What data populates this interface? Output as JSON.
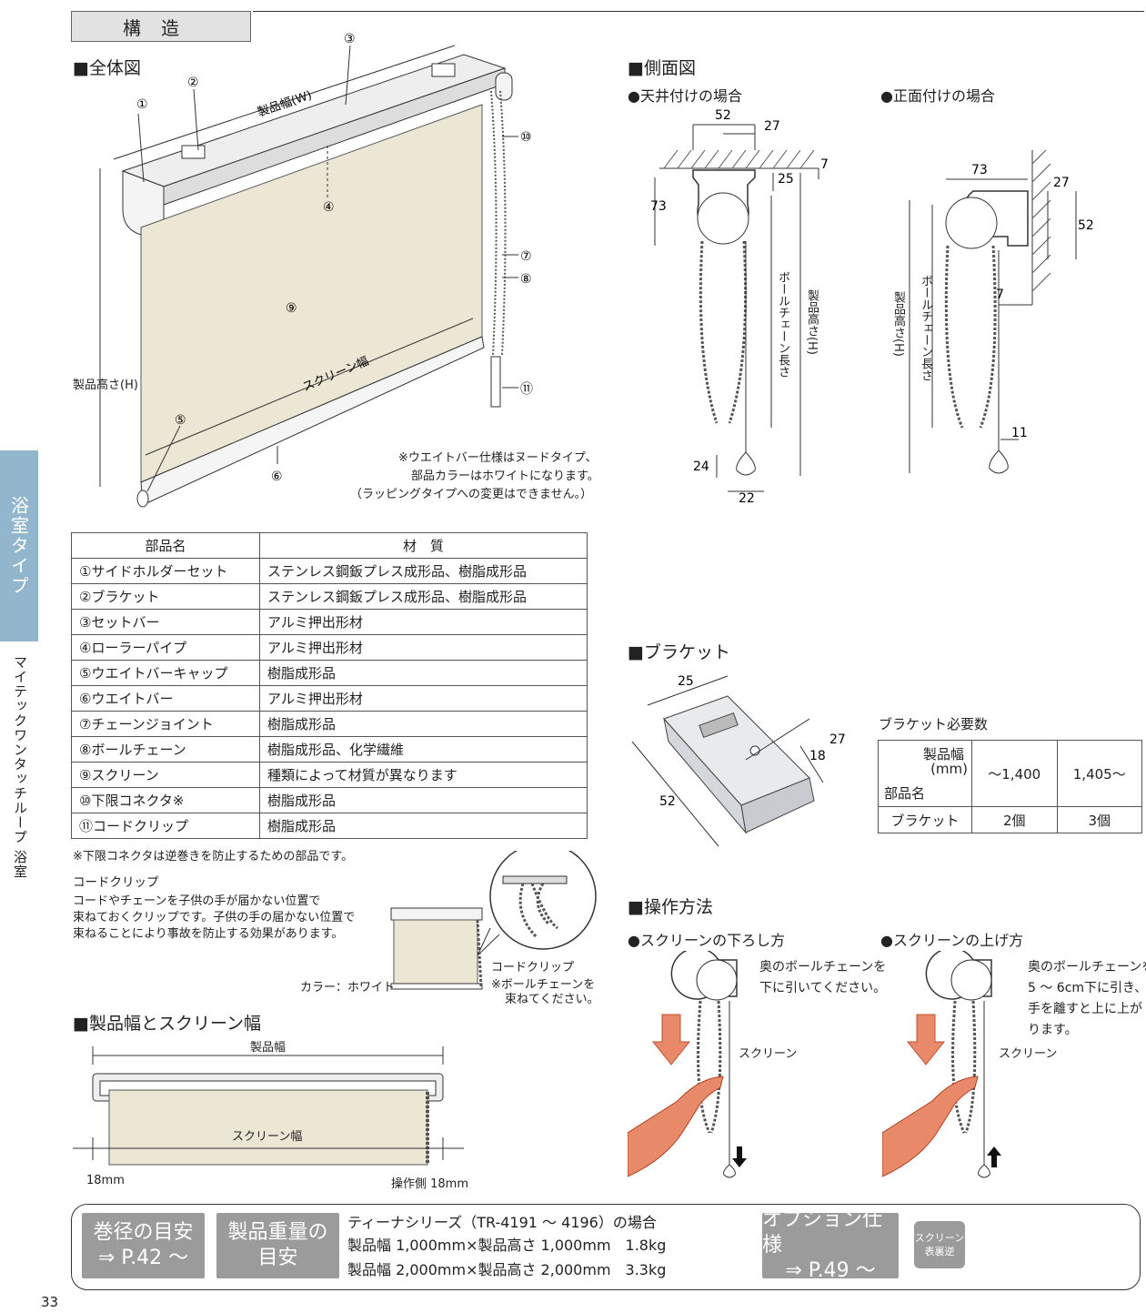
{
  "header": {
    "title": "構造"
  },
  "side": {
    "tab": "浴室タイプ",
    "product": "マイテックワンタッチループ 浴室"
  },
  "overall": {
    "title": "■全体図",
    "labels": {
      "width": "製品幅(W)",
      "height": "製品高さ(H)",
      "screen_width": "スクリーン幅"
    },
    "nums": [
      "①",
      "②",
      "③",
      "④",
      "⑤",
      "⑥",
      "⑦",
      "⑧",
      "⑨",
      "⑩",
      "⑪"
    ],
    "note": [
      "※ウエイトバー仕様はヌードタイプ、",
      "部品カラーはホワイトになります。",
      "（ラッピングタイプへの変更はできません。）"
    ]
  },
  "side_view": {
    "title": "■側面図",
    "ceiling": {
      "title": "●天井付けの場合",
      "d52": "52",
      "d27": "27",
      "d7": "7",
      "d25": "25",
      "d73": "73",
      "d24": "24",
      "d22": "22",
      "chain": "ボールチェーン長さ",
      "height": "製品高さ(H)"
    },
    "front": {
      "title": "●正面付けの場合",
      "d73": "73",
      "d27": "27",
      "d52": "52",
      "d7": "7",
      "d11": "11",
      "chain": "ボールチェーン長さ",
      "height": "製品高さ(H)"
    }
  },
  "parts": {
    "headers": [
      "部品名",
      "材　質"
    ],
    "rows": [
      [
        "①サイドホルダーセット",
        "ステンレス鋼鈑プレス成形品、樹脂成形品"
      ],
      [
        "②ブラケット",
        "ステンレス鋼鈑プレス成形品、樹脂成形品"
      ],
      [
        "③セットバー",
        "アルミ押出形材"
      ],
      [
        "④ローラーパイプ",
        "アルミ押出形材"
      ],
      [
        "⑤ウエイトバーキャップ",
        "樹脂成形品"
      ],
      [
        "⑥ウエイトバー",
        "アルミ押出形材"
      ],
      [
        "⑦チェーンジョイント",
        "樹脂成形品"
      ],
      [
        "⑧ボールチェーン",
        "樹脂成形品、化学繊維"
      ],
      [
        "⑨スクリーン",
        "種類によって材質が異なります"
      ],
      [
        "⑩下限コネクタ※",
        "樹脂成形品"
      ],
      [
        "⑪コードクリップ",
        "樹脂成形品"
      ]
    ],
    "note": "※下限コネクタは逆巻きを防止するための部品です。"
  },
  "cord_clip": {
    "title": "コードクリップ",
    "desc": [
      "コードやチェーンを子供の手が届かない位置で",
      "束ねておくクリップです。子供の手の届かない位置で",
      "束ねることにより事故を防止する効果があります。"
    ],
    "color": "カラー：ホワイト",
    "label": "コードクリップ",
    "note": [
      "※ボールチェーンを",
      "束ねてください。"
    ]
  },
  "bracket": {
    "title": "■ブラケット",
    "d25": "25",
    "d27": "27",
    "d18": "18",
    "d52": "52",
    "count_title": "ブラケット必要数",
    "count": {
      "h1": "製品幅",
      "h1unit": "(mm)",
      "h2": "部品名",
      "c1": "～1,400",
      "c2": "1,405～",
      "row": "ブラケット",
      "v1": "2個",
      "v2": "3個"
    }
  },
  "width_section": {
    "title": "■製品幅とスクリーン幅",
    "product_width": "製品幅",
    "screen_width": "スクリーン幅",
    "left": "18mm",
    "right": "操作側 18mm"
  },
  "operation": {
    "title": "■操作方法",
    "down": {
      "title": "●スクリーンの下ろし方",
      "desc": [
        "奥のボールチェーンを",
        "下に引いてください。"
      ],
      "screen": "スクリーン"
    },
    "up": {
      "title": "●スクリーンの上げ方",
      "desc": [
        "奥のボールチェーンを",
        "5 ～ 6cm下に引き、",
        "手を離すと上に上が",
        "ります。"
      ],
      "screen": "スクリーン"
    }
  },
  "bottom": {
    "btn1": [
      "巻径の目安",
      "⇒ P.42 ～"
    ],
    "btn2": [
      "製品重量の",
      "目安"
    ],
    "weight": [
      "ティーナシリーズ（TR-4191 ～ 4196）の場合",
      "製品幅 1,000mm×製品高さ 1,000mm　1.8kg",
      "製品幅 2,000mm×製品高さ 2,000mm　3.3kg"
    ],
    "btn3": [
      "オプション仕様",
      "⇒ P.49 ～"
    ],
    "badge": [
      "スクリーン",
      "表裏逆"
    ]
  },
  "page": "33"
}
